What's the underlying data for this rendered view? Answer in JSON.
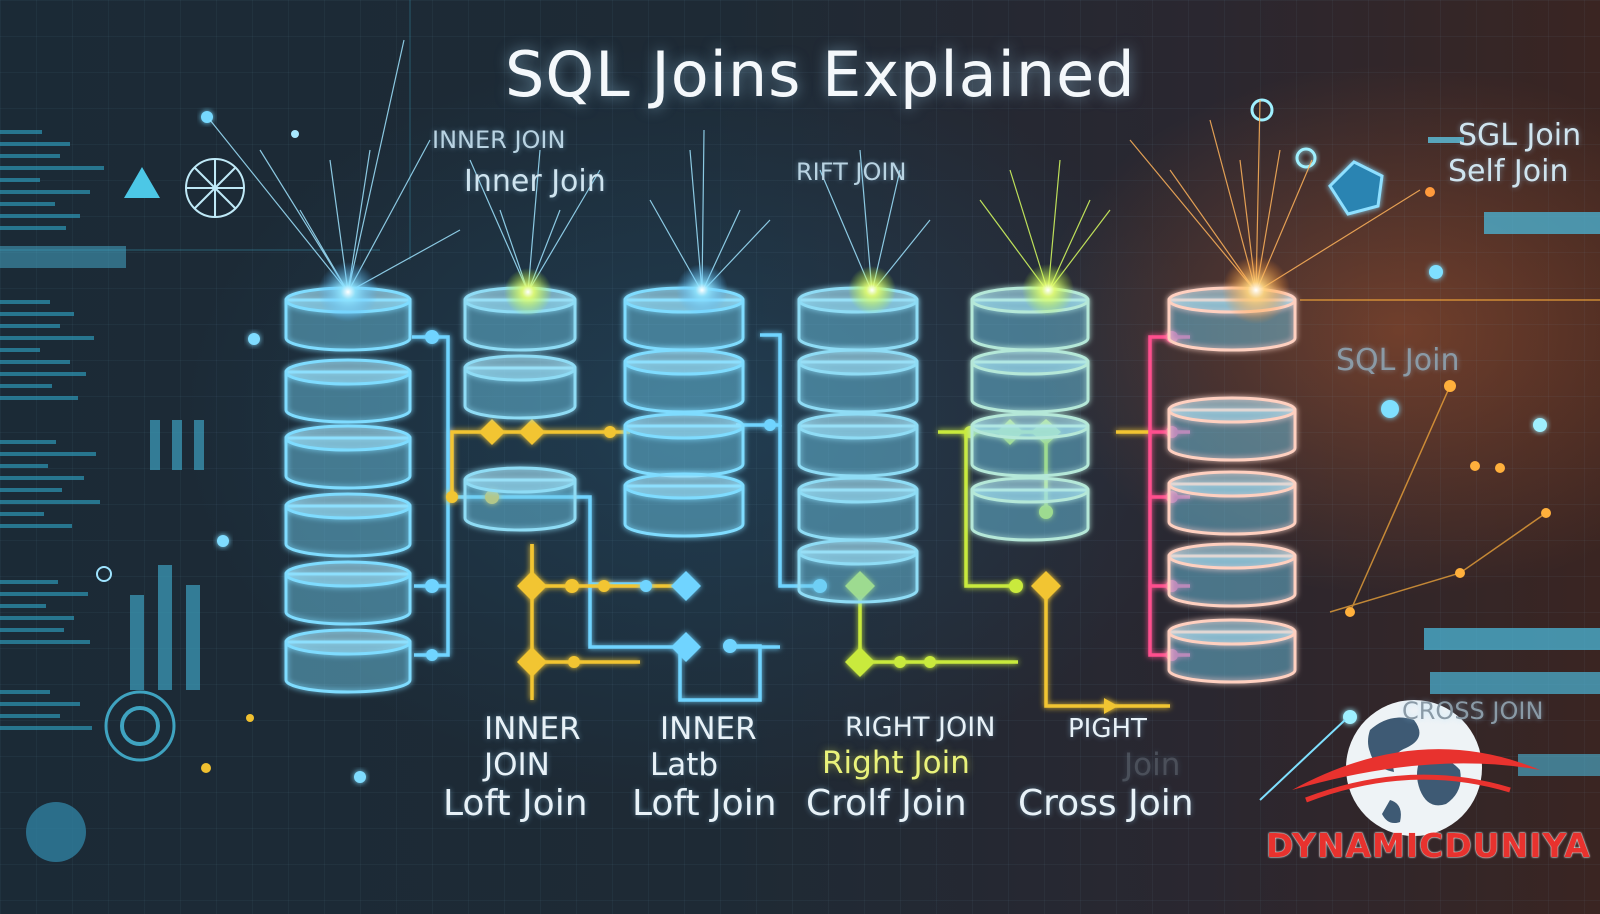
{
  "title": "SQL Joins Explained",
  "labels_top": {
    "inner_join_caps": "INNER JOIN",
    "inner_join": "Inner Join",
    "right_join": "RIFT JOIN",
    "sql_join": "SQL Join",
    "sql_join_side": "SGL Join",
    "self_join_side": "Self Join",
    "cross_join_side": "CROSS JOIN"
  },
  "labels_bottom": {
    "col1": [
      "INNER",
      "JOIN",
      "Loft Join"
    ],
    "col2": [
      "INNER",
      "Latb",
      "Loft Join"
    ],
    "col3": [
      "RIGHT JOIN",
      "Right Join",
      "Crolf Join"
    ],
    "col4": [
      "PIGHT",
      "Join",
      "Cross Join"
    ]
  },
  "logo": {
    "text_left": "DYNAMIC",
    "text_right": "DUNIYA"
  },
  "colors": {
    "cyan": "#6fd4ff",
    "yellow": "#f2c531",
    "lime": "#c9ea3c",
    "pink": "#ff4f8e",
    "orange": "#ff9a3c",
    "logo_red": "#e8322e"
  }
}
